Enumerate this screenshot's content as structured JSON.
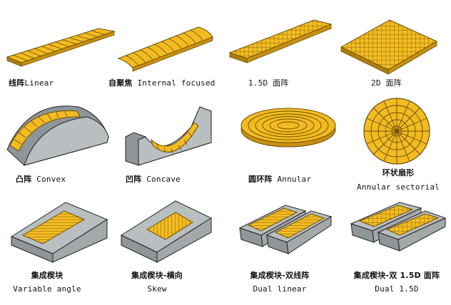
{
  "labels": {
    "linear": {
      "zh": "线阵",
      "en": "Linear"
    },
    "internal_focused": {
      "zh": "自聚焦",
      "en": "Internal focused"
    },
    "array_1_5d": {
      "text": "1.5D 面阵"
    },
    "array_2d": {
      "text": "2D 面阵"
    },
    "convex": {
      "zh": "凸阵",
      "en": "Convex"
    },
    "concave": {
      "zh": "凹阵",
      "en": "Concave"
    },
    "annular": {
      "zh": "圆环阵",
      "en": "Annular"
    },
    "annular_sectorial": {
      "zh": "环状扇形",
      "en": "Annular sectorial"
    },
    "variable_angle": {
      "zh": "集成楔块",
      "en": "Variable angle"
    },
    "skew": {
      "zh": "集成楔块-横向",
      "en": "Skew"
    },
    "dual_linear": {
      "zh": "集成楔块-双线阵",
      "en": "Dual linear"
    },
    "dual_1_5d": {
      "zh": "集成楔块-双 1.5D 面阵",
      "en": "Dual 1.5D"
    }
  },
  "colors": {
    "element_fill": "#f2bb22",
    "element_line": "#6b4e05",
    "body_fill": "#b9bfc0",
    "body_dark": "#8f9698",
    "outline": "#222222"
  }
}
